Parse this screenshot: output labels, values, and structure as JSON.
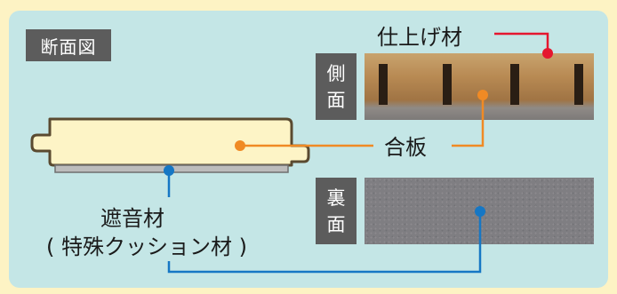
{
  "title": "断面図",
  "side_label": [
    "側",
    "面"
  ],
  "back_label": [
    "裏",
    "面"
  ],
  "labels": {
    "finish": "仕上げ材",
    "plywood": "合板",
    "sound_material": "遮音材",
    "cushion": "( 特殊クッション材 )"
  },
  "colors": {
    "panel": "#c4e6e6",
    "finish_line": "#e5172f",
    "plywood_line": "#f08a24",
    "sound_line": "#1677c4"
  }
}
